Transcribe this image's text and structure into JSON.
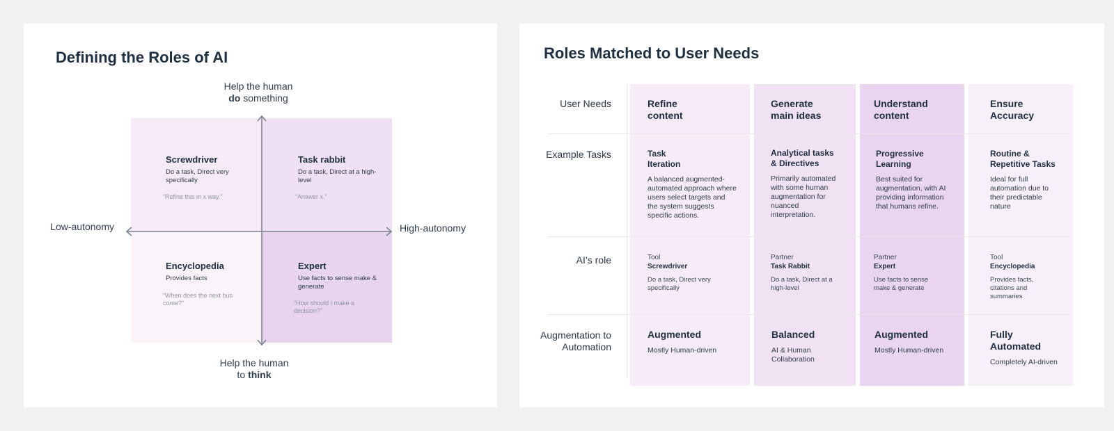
{
  "left": {
    "title": "Defining the Roles of AI",
    "axis": {
      "top_line1": "Help the human",
      "top_bold": "do",
      "top_rest": " something",
      "bottom_line1": "Help the human",
      "bottom_pre": "to ",
      "bottom_bold": "think",
      "left": "Low-autonomy",
      "right": "High-autonomy"
    },
    "quadrants": [
      {
        "title": "Screwdriver",
        "desc": "Do a task, Direct very specifically",
        "quote": "“Refine this in x way.”"
      },
      {
        "title": "Task rabbit",
        "desc": "Do a task, Direct at a high-level",
        "quote": "“Answer x.”"
      },
      {
        "title": "Encyclopedia",
        "desc": "Provides facts",
        "quote": "“When does the next bus come?”"
      },
      {
        "title": "Expert",
        "desc": "Use facts to sense make & generate",
        "quote": "“How should I make a decision?”"
      }
    ],
    "colors": {
      "q_tl": "#f5eaf6",
      "q_tr": "#f0e0f3",
      "q_bl": "#faf4fa",
      "q_br": "#e8d4ef",
      "axis": "#7a8290"
    }
  },
  "right": {
    "title": "Roles Matched to User Needs",
    "row_headers": [
      "User Needs",
      "Example Tasks",
      "AI’s role",
      "Augmentation to Automation"
    ],
    "columns": [
      {
        "need": "Refine content",
        "task_title": "Task Iteration",
        "task_desc": "A balanced augmented-automated approach where users select targets and the system suggests specific actions.",
        "role_kind": "Tool",
        "role_name": "Screwdriver",
        "role_desc": "Do a task, Direct very specifically",
        "aug_title": "Augmented",
        "aug_desc": "Mostly Human-driven",
        "color": "#f6ebf7"
      },
      {
        "need": "Generate main ideas",
        "task_title": "Analytical tasks & Directives",
        "task_desc": "Primarily automated with some human augmentation for nuanced interpretation.",
        "role_kind": "Partner",
        "role_name": "Task Rabbit",
        "role_desc": "Do a task, Direct at a high-level",
        "aug_title": "Balanced",
        "aug_desc": "AI & Human Collaboration",
        "color": "#f0e2f3"
      },
      {
        "need": "Understand content",
        "task_title": "Progressive Learning",
        "task_desc": "Best suited for augmentation, with AI providing information that humans refine.",
        "role_kind": "Partner",
        "role_name": "Expert",
        "role_desc": "Use facts to sense make & generate",
        "aug_title": "Augmented",
        "aug_desc": "Mostly Human-driven",
        "color": "#e9d5ef"
      },
      {
        "need": "Ensure Accuracy",
        "task_title": "Routine & Repetitive Tasks",
        "task_desc": "Ideal for full automation due to their predictable nature",
        "role_kind": "Tool",
        "role_name": "Encyclopedia",
        "role_desc": "Provides facts, citations and summaries",
        "aug_title": "Fully Automated",
        "aug_desc": "Completely AI-driven",
        "color": "#f8f0f9"
      }
    ]
  }
}
